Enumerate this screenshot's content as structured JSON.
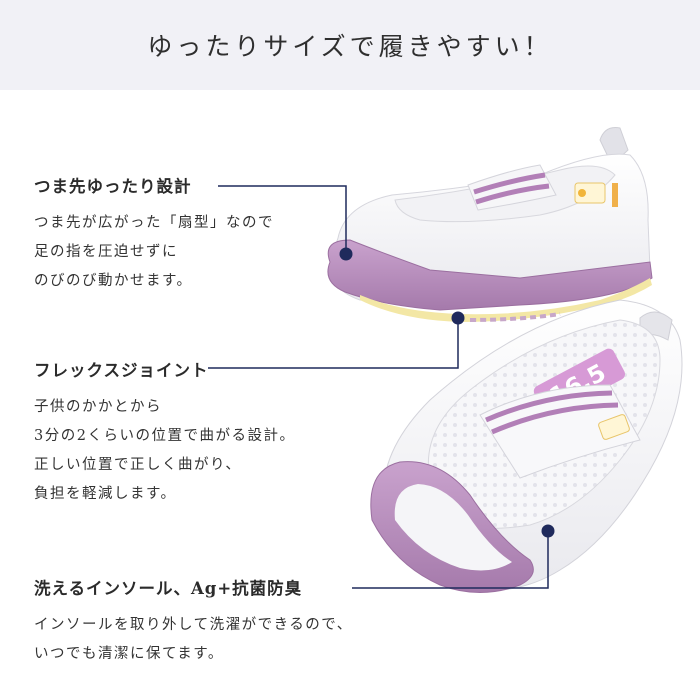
{
  "header": {
    "title": "ゆったりサイズで履きやすい！"
  },
  "features": [
    {
      "title": "つま先ゆったり設計",
      "lines": [
        "つま先が広がった「扇型」なので",
        "足の指を圧迫せずに",
        "のびのび動かせます。"
      ]
    },
    {
      "title": "フレックスジョイント",
      "lines": [
        "子供のかかとから",
        "3分の2くらいの位置で曲がる設計。",
        "正しい位置で正しく曲がり、",
        "負担を軽減します。"
      ]
    },
    {
      "title": "洗えるインソール、Ag+抗菌防臭",
      "lines": [
        "インソールを取り外して洗濯ができるので、",
        "いつでも清潔に保てます。"
      ]
    }
  ],
  "colors": {
    "header_bg": "#f1f1f6",
    "accent_navy": "#1f2a5c",
    "shoe_pink": "#c39bc7",
    "shoe_pink_dark": "#a877ad",
    "sole_yellow": "#f3e7a5"
  }
}
